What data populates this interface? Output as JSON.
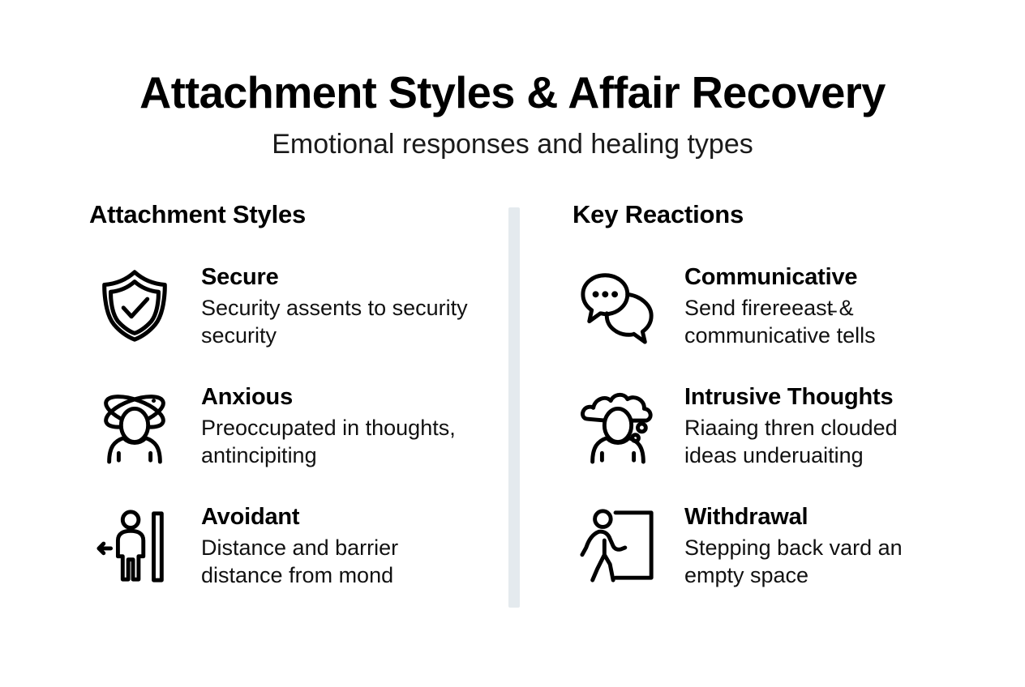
{
  "header": {
    "title": "Attachment Styles & Affair Recovery",
    "subtitle": "Emotional responses and healing types"
  },
  "colors": {
    "background": "#ffffff",
    "text": "#000000",
    "divider": "#e4eaee",
    "icon_stroke": "#000000"
  },
  "columns": [
    {
      "id": "attachment-styles",
      "header": "Attachment Styles",
      "items": [
        {
          "icon": "shield-check-icon",
          "title": "Secure",
          "desc": "Security assents to security security"
        },
        {
          "icon": "person-orbits-icon",
          "title": "Anxious",
          "desc": "Preoccupated in thoughts, antincipiting"
        },
        {
          "icon": "person-wall-arrow-icon",
          "title": "Avoidant",
          "desc": "Distance and barrier distance from mond"
        }
      ]
    },
    {
      "id": "key-reactions",
      "header": "Key Reactions",
      "items": [
        {
          "icon": "speech-bubbles-icon",
          "title": "Communicative",
          "desc": "Send firereeast̵ & communicative tells"
        },
        {
          "icon": "person-cloud-icon",
          "title": "Intrusive Thoughts",
          "desc": "Riaaing thren clouded ideas underuaiting"
        },
        {
          "icon": "person-exit-door-icon",
          "title": "Withdrawal",
          "desc": "Stepping back vard an empty space"
        }
      ]
    }
  ]
}
